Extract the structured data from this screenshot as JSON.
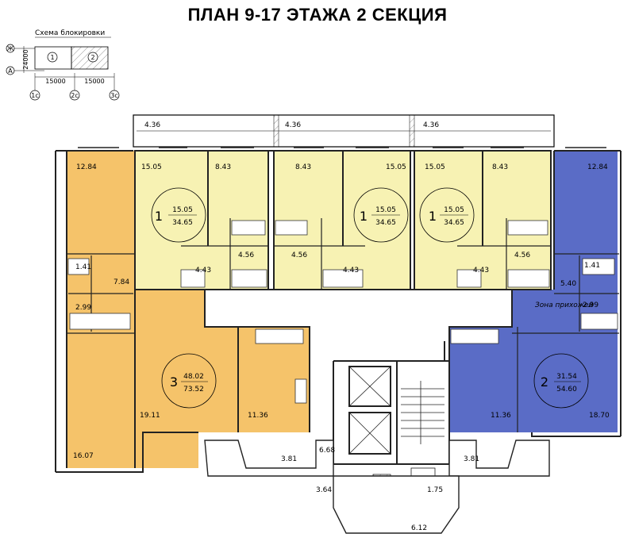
{
  "title": "ПЛАН 9-17 ЭТАЖА 2 СЕКЦИЯ",
  "scheme": {
    "caption": "Схема блокировки",
    "axis_rows": [
      "Ж",
      "А"
    ],
    "vertical_dim": "24000",
    "horizontal_dims": [
      "15000",
      "15000"
    ],
    "axis_cols": [
      "1с",
      "2с",
      "3с"
    ],
    "sections": [
      "1",
      "2"
    ]
  },
  "colors": {
    "yellow": "#f7f2b3",
    "orange": "#f5c36a",
    "blue": "#5a6cc6",
    "wall": "#222222",
    "hatch": "#cfcfcf"
  },
  "balconies": [
    "4.36",
    "4.36",
    "4.36"
  ],
  "apartments": [
    {
      "rooms": "1",
      "living": "15.05",
      "total": "34.65",
      "color": "yellow"
    },
    {
      "rooms": "1",
      "living": "15.05",
      "total": "34.65",
      "color": "yellow"
    },
    {
      "rooms": "1",
      "living": "15.05",
      "total": "34.65",
      "color": "yellow"
    },
    {
      "rooms": "3",
      "living": "48.02",
      "total": "73.52",
      "color": "orange"
    },
    {
      "rooms": "2",
      "living": "31.54",
      "total": "54.60",
      "color": "blue"
    }
  ],
  "room_areas": {
    "orange_left_top": "12.84",
    "orange_bath": "1.41",
    "orange_hall": "7.84",
    "orange_wc": "2.99",
    "orange_living": "19.11",
    "orange_kitchen": "11.36",
    "orange_bottom": "16.07",
    "y1_room": "15.05",
    "y1_kitchen": "8.43",
    "y1_hall": "4.43",
    "y1_bath": "4.56",
    "y2_kitchen": "8.43",
    "y2_bath": "4.56",
    "y2_room": "15.05",
    "y2_hall": "4.43",
    "y3_room": "15.05",
    "y3_kitchen": "8.43",
    "y3_hall": "4.43",
    "y3_bath": "4.56",
    "blue_top": "12.84",
    "blue_bath": "1.41",
    "blue_hall": "5.40",
    "blue_wc": "2.99",
    "blue_kitchen": "11.36",
    "blue_room": "18.70",
    "zone_label": "Зона прихожей",
    "loggia_left": "3.81",
    "loggia_right": "3.81",
    "corridor": "6.68",
    "lobby": "3.64",
    "shaft": "1.75",
    "bay": "6.12"
  }
}
